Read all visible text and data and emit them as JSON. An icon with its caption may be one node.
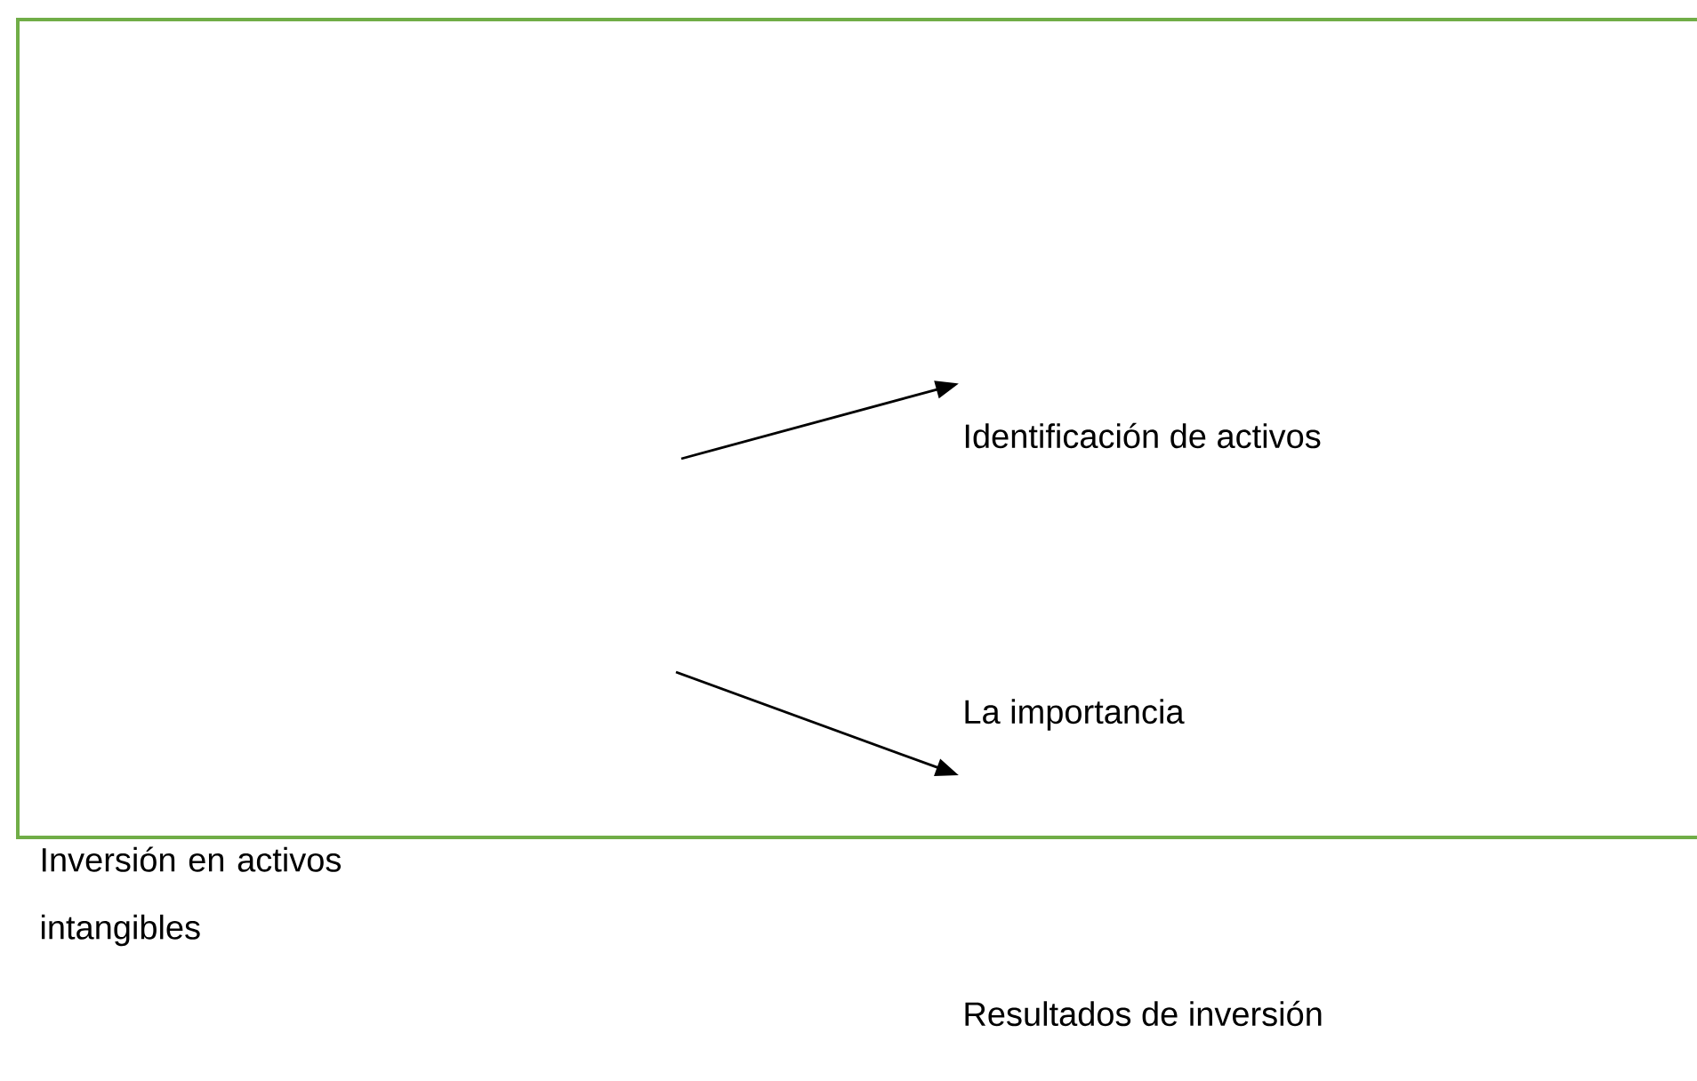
{
  "diagram": {
    "nodes": [
      {
        "text": [],
        "shape": "box"
      },
      {
        "text": [
          "Identificación de activos"
        ],
        "in": 0
      },
      {
        "text": [
          "La importancia"
        ],
        "in": 0
      }
    ],
    "edges": [
      {
        "from": null,
        "to": 1,
        "arrow": "to"
      },
      {
        "from": null,
        "to": 2,
        "arrow": "to"
      }
    ],
    "labels": [
      "Inversión en activos intangibles",
      "Resultados de inversión"
    ]
  }
}
